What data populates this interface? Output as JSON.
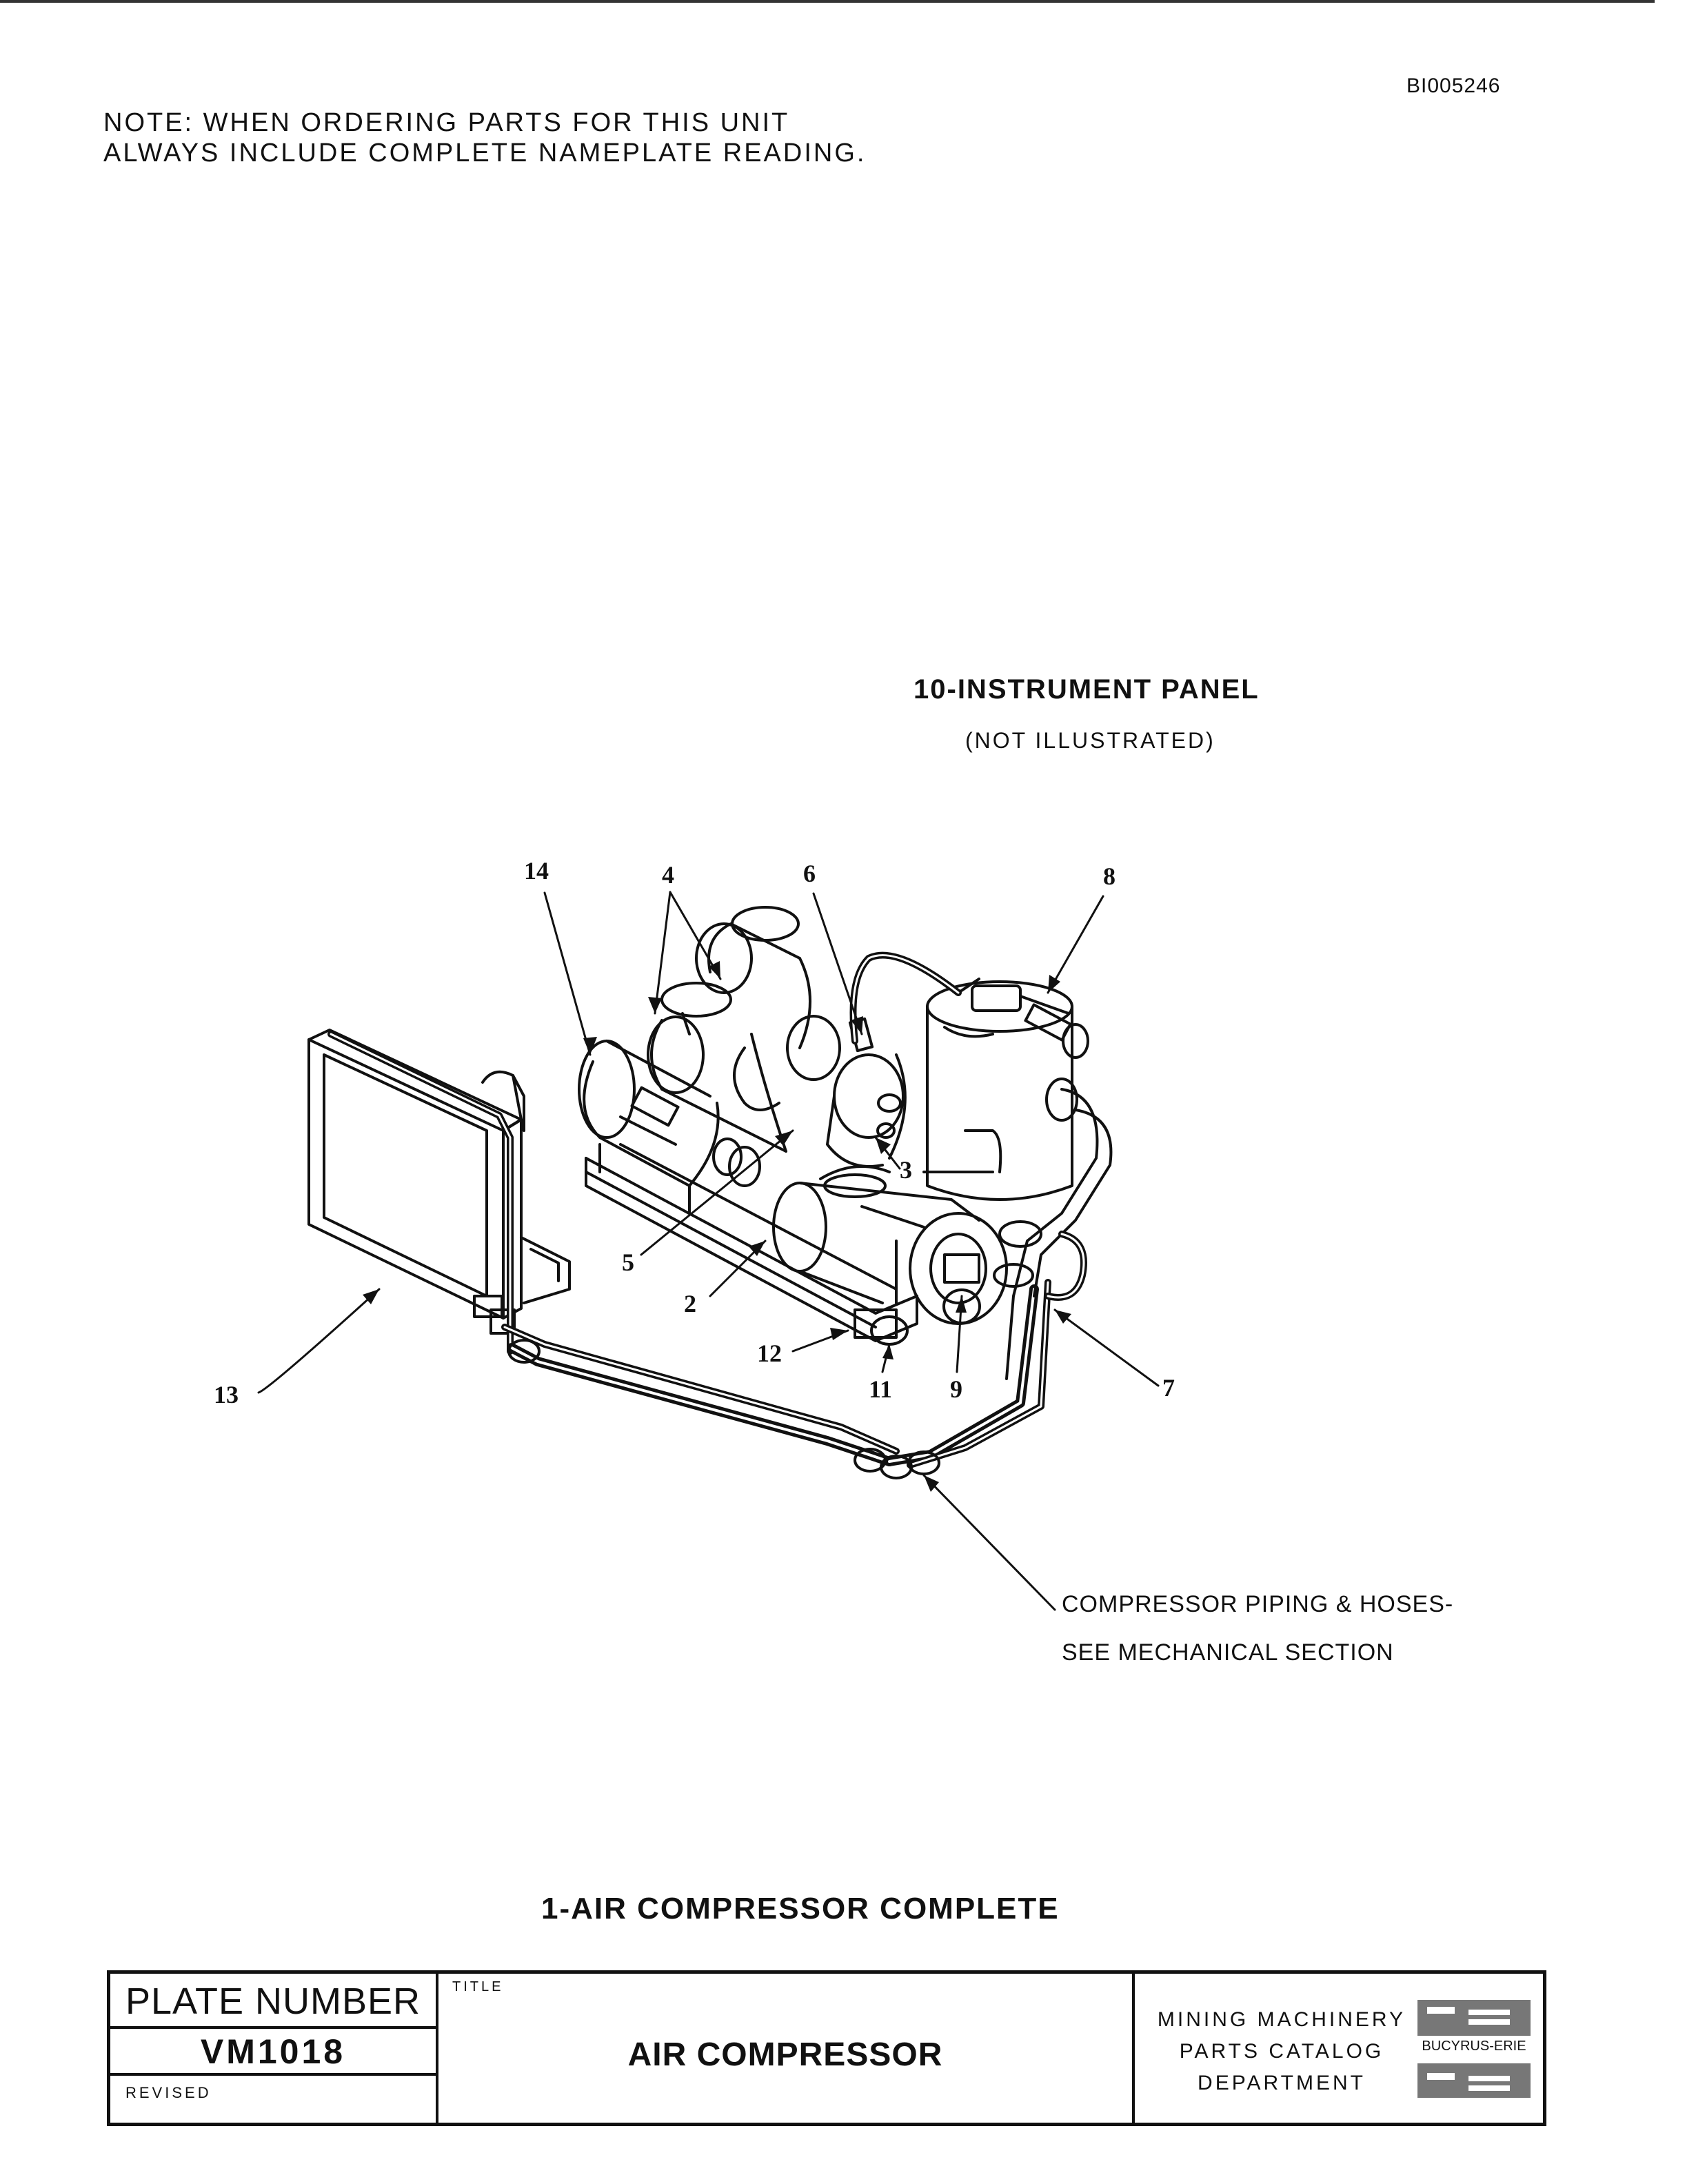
{
  "header": {
    "doc_id": "BI005246",
    "note_line1": "NOTE:  WHEN ORDERING PARTS FOR THIS UNIT",
    "note_line2": "ALWAYS INCLUDE COMPLETE NAMEPLATE READING."
  },
  "panel": {
    "title": "10-INSTRUMENT PANEL",
    "subtitle": "(NOT ILLUSTRATED)"
  },
  "callouts": {
    "c14": "14",
    "c4": "4",
    "c6": "6",
    "c8": "8",
    "c3": "3",
    "c5": "5",
    "c2": "2",
    "c12": "12",
    "c11": "11",
    "c9": "9",
    "c7": "7",
    "c13": "13"
  },
  "piping_note": {
    "line1": "COMPRESSOR PIPING & HOSES-",
    "line2": "SEE MECHANICAL SECTION"
  },
  "caption": "1-AIR COMPRESSOR COMPLETE",
  "title_block": {
    "plate_label": "PLATE NUMBER",
    "plate_number": "VM1018",
    "revised_label": "REVISED",
    "title_label": "TITLE",
    "title": "AIR COMPRESSOR",
    "dept_line1": "MINING MACHINERY",
    "dept_line2": "PARTS CATALOG",
    "dept_line3": "DEPARTMENT",
    "logo_text": "BUCYRUS-ERIE"
  }
}
